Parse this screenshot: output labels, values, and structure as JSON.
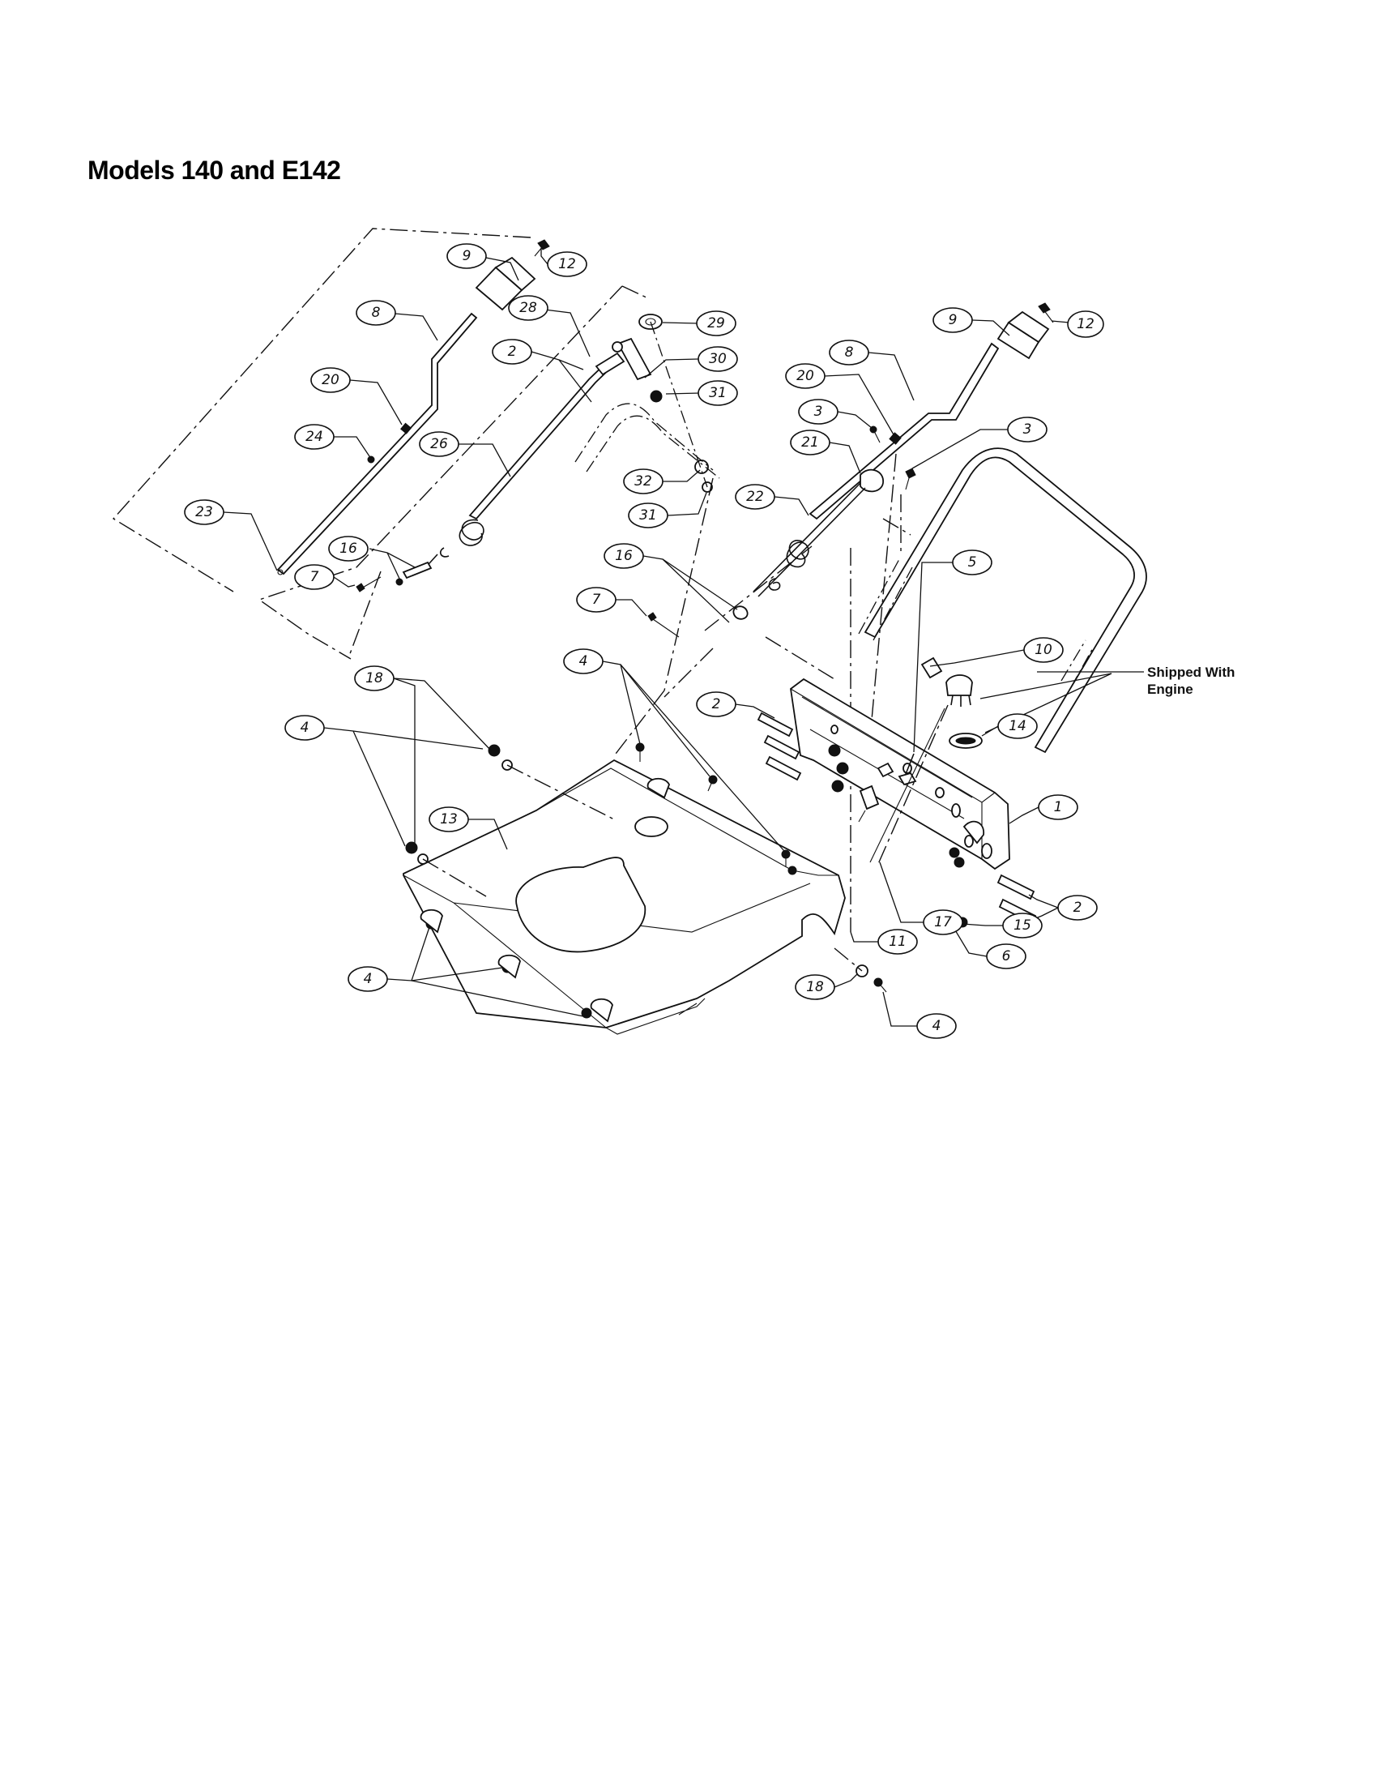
{
  "title": "Models 140 and E142",
  "note": {
    "line1": "Shipped With",
    "line2": "Engine"
  },
  "callouts": {
    "c1": "1",
    "c2a": "2",
    "c2b": "2",
    "c2c": "2",
    "c3a": "3",
    "c3b": "3",
    "c4a": "4",
    "c4b": "4",
    "c4c": "4",
    "c4d": "4",
    "c5": "5",
    "c6": "6",
    "c7a": "7",
    "c7b": "7",
    "c8a": "8",
    "c8b": "8",
    "c9a": "9",
    "c9b": "9",
    "c10": "10",
    "c11": "11",
    "c12a": "12",
    "c12b": "12",
    "c13": "13",
    "c14": "14",
    "c15": "15",
    "c16a": "16",
    "c16b": "16",
    "c17": "17",
    "c18a": "18",
    "c18b": "18",
    "c20a": "20",
    "c20b": "20",
    "c21": "21",
    "c22": "22",
    "c23": "23",
    "c24": "24",
    "c26": "26",
    "c28": "28",
    "c29": "29",
    "c30": "30",
    "c31a": "31",
    "c31b": "31",
    "c32": "32"
  }
}
